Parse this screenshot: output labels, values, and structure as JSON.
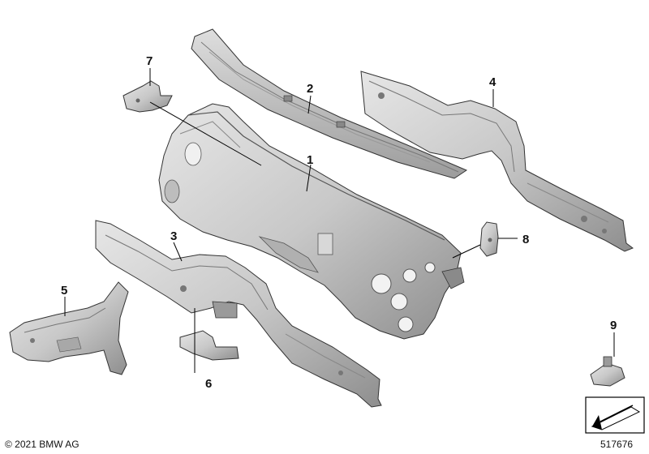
{
  "parts": [
    {
      "id": "part-1",
      "callout": "1"
    },
    {
      "id": "part-2",
      "callout": "2"
    },
    {
      "id": "part-3",
      "callout": "3"
    },
    {
      "id": "part-4",
      "callout": "4"
    },
    {
      "id": "part-5",
      "callout": "5"
    },
    {
      "id": "part-6",
      "callout": "6"
    },
    {
      "id": "part-7",
      "callout": "7"
    },
    {
      "id": "part-8",
      "callout": "8"
    },
    {
      "id": "part-9",
      "callout": "9"
    }
  ],
  "footer": {
    "copyright": "© 2021 BMW AG",
    "document_number": "517676"
  },
  "colors": {
    "part_fill": "#d9d9d9",
    "part_shade": "#9a9a9a",
    "part_dark": "#6d6d6d",
    "outline": "#333333",
    "leader": "#000000"
  }
}
